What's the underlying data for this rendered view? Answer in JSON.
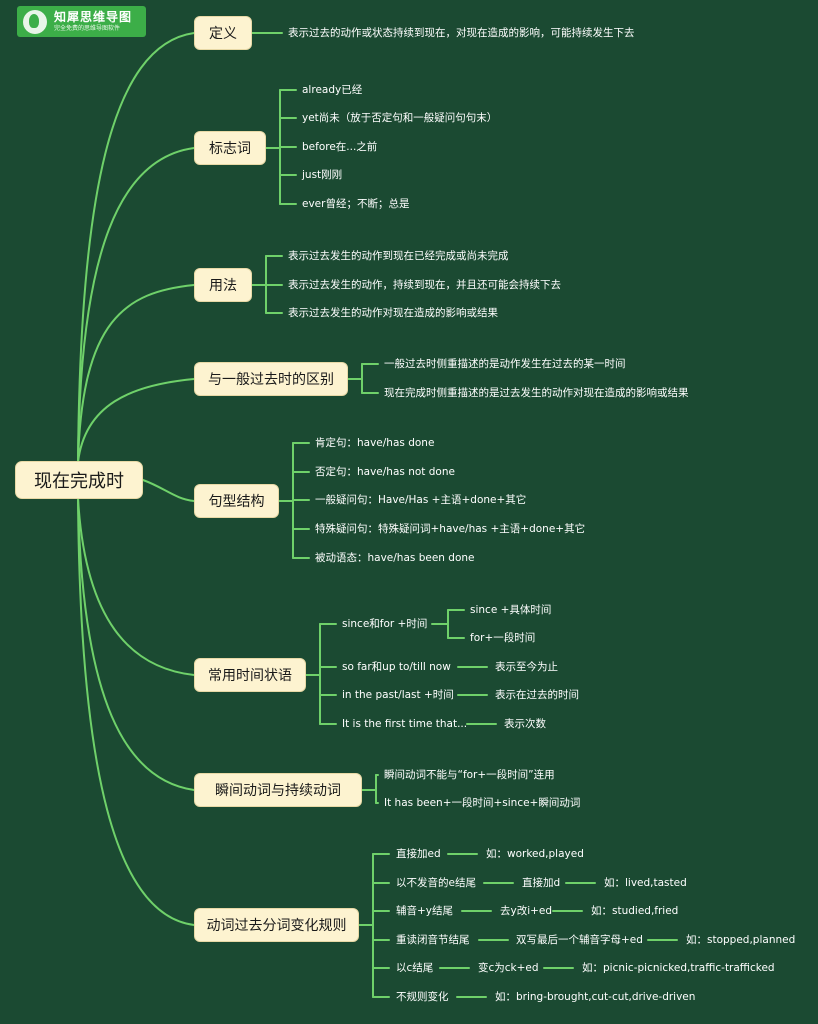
{
  "logo": {
    "name": "知犀思维导图",
    "subtitle": "完全免费的思维导图软件",
    "icon": "rhino-logo-icon"
  },
  "root": "现在完成时",
  "branches": [
    {
      "label": "定义",
      "items": [
        "表示过去的动作或状态持续到现在，对现在造成的影响，可能持续发生下去"
      ]
    },
    {
      "label": "标志词",
      "items": [
        "already已经",
        "yet尚未（放于否定句和一般疑问句句末）",
        "before在...之前",
        "just刚刚",
        "ever曾经；不断；总是"
      ]
    },
    {
      "label": "用法",
      "items": [
        "表示过去发生的动作到现在已经完成或尚未完成",
        "表示过去发生的动作，持续到现在，并且还可能会持续下去",
        "表示过去发生的动作对现在造成的影响或结果"
      ]
    },
    {
      "label": "与一般过去时的区别",
      "items": [
        "一般过去时侧重描述的是动作发生在过去的某一时间",
        "现在完成时侧重描述的是过去发生的动作对现在造成的影响或结果"
      ]
    },
    {
      "label": "句型结构",
      "items": [
        "肯定句：have/has done",
        "否定句：have/has not done",
        "一般疑问句：Have/Has +主语+done+其它",
        "特殊疑问句：特殊疑问词+have/has +主语+done+其它",
        "被动语态：have/has been done"
      ]
    },
    {
      "label": "常用时间状语",
      "items": [
        {
          "text": "since和for +时间",
          "children": [
            "since +具体时间",
            "for+一段时间"
          ]
        },
        {
          "text": "so far和up to/till now",
          "children": [
            "表示至今为止"
          ]
        },
        {
          "text": "in the past/last +时间",
          "children": [
            "表示在过去的时间"
          ]
        },
        {
          "text": "It is the first time that...",
          "children": [
            "表示次数"
          ]
        }
      ]
    },
    {
      "label": "瞬间动词与持续动词",
      "items": [
        "瞬间动词不能与“for+一段时间”连用",
        "It has been+一段时间+since+瞬间动词"
      ]
    },
    {
      "label": "动词过去分词变化规则",
      "items": [
        {
          "chain": [
            "直接加ed",
            "如：worked,played"
          ]
        },
        {
          "chain": [
            "以不发音的e结尾",
            "直接加d",
            "如：lived,tasted"
          ]
        },
        {
          "chain": [
            "辅音+y结尾",
            "去y改i+ed",
            "如：studied,fried"
          ]
        },
        {
          "chain": [
            "重读闭音节结尾",
            "双写最后一个辅音字母+ed",
            "如：stopped,planned"
          ]
        },
        {
          "chain": [
            "以c结尾",
            "变c为ck+ed",
            "如：picnic-picnicked,traffic-trafficked"
          ]
        },
        {
          "chain": [
            "不规则变化",
            "如：bring-brought,cut-cut,drive-driven"
          ]
        }
      ]
    }
  ],
  "colors": {
    "background": "#1b4a32",
    "line": "#6fd16a",
    "node": "#fdf3d0"
  }
}
